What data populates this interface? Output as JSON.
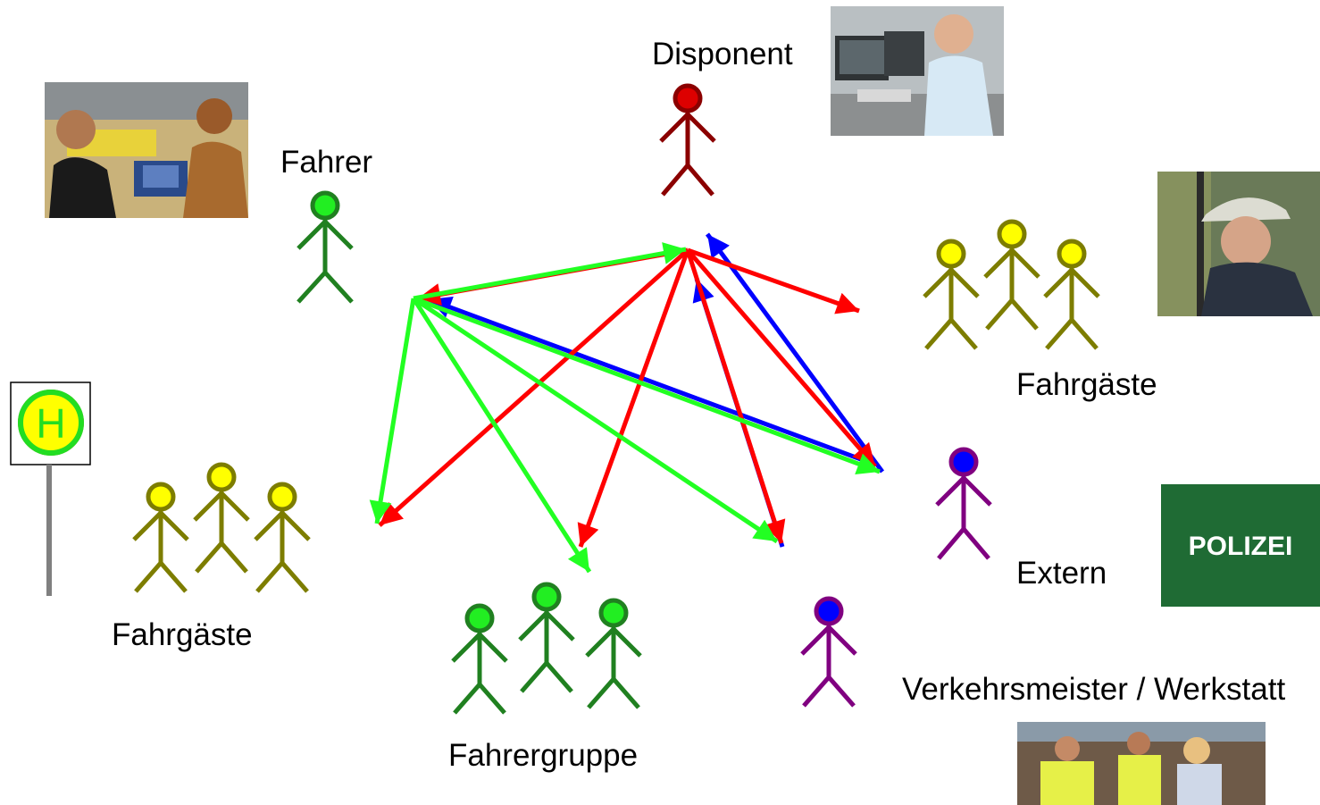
{
  "labels": {
    "disponent": "Disponent",
    "fahrer": "Fahrer",
    "fahrgaeste_right": "Fahrgäste",
    "fahrgaeste_left": "Fahrgäste",
    "fahrergruppe": "Fahrergruppe",
    "extern": "Extern",
    "verkehrsmeister": "Verkehrsmeister / Werkstatt"
  },
  "police_sign": {
    "text": "POLIZEI"
  },
  "bus_stop_sign": {
    "letter": "H"
  },
  "colors": {
    "disponent": "#8b0000",
    "fahrer": "#208020",
    "fahrgaeste": "#7d7d00",
    "fahrgaeste_head": "#ffff00",
    "fahrergruppe": "#208020",
    "extern": "#800080",
    "extern_head": "#0000ff",
    "arrow_red": "#ff0000",
    "arrow_green": "#22ff22",
    "arrow_blue": "#0000ff",
    "police_bg": "#1f6b34",
    "bus_stop_green": "#22dd22",
    "bus_stop_yellow": "#ffff00"
  },
  "photos": [
    "driver-ticket-photo",
    "dispatcher-photo",
    "passenger-photo",
    "inspectors-photo"
  ]
}
